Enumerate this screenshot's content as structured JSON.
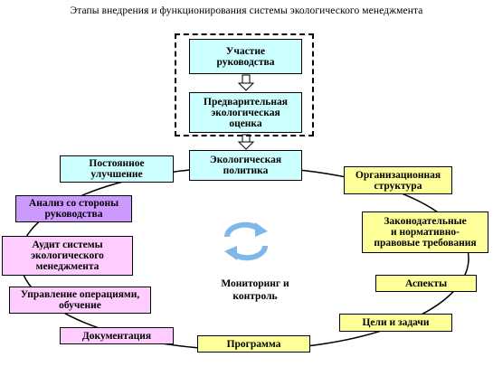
{
  "title": "Этапы внедрения и функционирования системы экологического менеджмента",
  "center_label": "Мониторинг и\nконтроль",
  "colors": {
    "cyan": "#ccffff",
    "yellow": "#ffff99",
    "pink": "#ffccff",
    "violet": "#cc99ff",
    "recycle_arrows": "#7fb8e8"
  },
  "icons": [
    "cycle-arrows-icon",
    "down-arrow-icon"
  ],
  "boxes": {
    "leadership": "Участие\nруководства",
    "preliminary_assessment": "Предварительная\nэкологическая\nоценка",
    "environmental_policy": "Экологическая\nполитика",
    "continuous_improvement": "Постоянное\nулучшение",
    "organizational_structure": "Организационная\nструктура",
    "management_review": "Анализ со стороны\nруководства",
    "legal_requirements": "Законодательные\nи нормативно-\nправовые требования",
    "ems_audit": "Аудит системы\nэкологического\nменеджмента",
    "aspects": "Аспекты",
    "operations_control": "Управление операциями,\nобучение",
    "objectives": "Цели и задачи",
    "documentation": "Документация",
    "program": "Программа"
  }
}
